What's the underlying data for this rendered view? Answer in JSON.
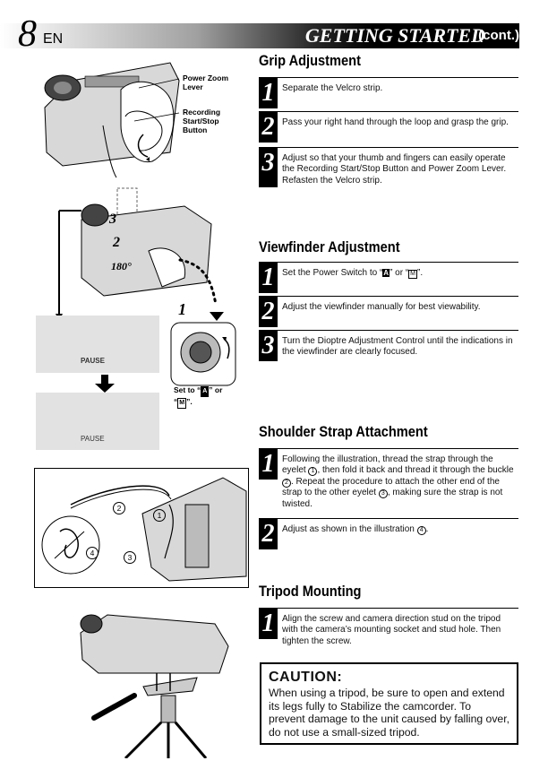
{
  "header": {
    "page_number": "8",
    "page_lang": "EN",
    "title": "GETTING STARTED",
    "cont": "(cont.)"
  },
  "figures": {
    "grip": {
      "label_zoom": "Power Zoom Lever",
      "label_rec": "Recording Start/Stop Button"
    },
    "viewfinder": {
      "callout_3": "3",
      "callout_2": "2",
      "angle": "180°",
      "callout_1": "1",
      "screen_blurry": "PAUSE",
      "screen_clear": "PAUSE",
      "set_to_prefix": "Set to “",
      "set_to_mid": "” or",
      "set_to_suffix": "“",
      "set_to_end": "”.",
      "mode_a": "A",
      "mode_m": "M"
    },
    "strap": {
      "n1": "1",
      "n2": "2",
      "n3": "3",
      "n4": "4"
    }
  },
  "grip": {
    "title": "Grip Adjustment",
    "steps": [
      {
        "num": "1",
        "text": "Separate the Velcro strip."
      },
      {
        "num": "2",
        "text": "Pass your right hand through the loop and grasp the grip."
      },
      {
        "num": "3",
        "text": "Adjust so that your thumb and fingers can easily operate the Recording Start/Stop Button and Power Zoom Lever. Refasten the Velcro strip."
      }
    ]
  },
  "viewfinder": {
    "title": "Viewfinder Adjustment",
    "steps": [
      {
        "num": "1",
        "text_a": "Set the Power Switch to “",
        "text_b": "” or “",
        "text_c": "”.",
        "mode_a": "A",
        "mode_m": "M"
      },
      {
        "num": "2",
        "text": "Adjust the viewfinder manually for best viewability."
      },
      {
        "num": "3",
        "text": "Turn the Dioptre Adjustment Control until the indications in the viewfinder are clearly focused."
      }
    ]
  },
  "strap": {
    "title": "Shoulder Strap Attachment",
    "steps": [
      {
        "num": "1",
        "text_a": "Following the illustration, thread the strap through the eyelet ",
        "c1": "1",
        "text_b": ", then fold it back and thread it through the buckle ",
        "c2": "2",
        "text_c": ". Repeat the procedure to attach the other end of the strap to the other eyelet ",
        "c3": "3",
        "text_d": ", making sure the strap is not twisted."
      },
      {
        "num": "2",
        "text_a": "Adjust as shown in the illustration ",
        "c4": "4",
        "text_b": "."
      }
    ]
  },
  "tripod": {
    "title": "Tripod Mounting",
    "steps": [
      {
        "num": "1",
        "text": "Align the screw and camera direction stud on the tripod with the camera’s mounting socket and stud hole. Then tighten the screw."
      }
    ]
  },
  "caution": {
    "title": "CAUTION:",
    "text": "When using a tripod, be sure to open and extend its legs fully to Stabilize the camcorder. To prevent damage to the unit caused by falling over, do not use a small-sized tripod."
  }
}
